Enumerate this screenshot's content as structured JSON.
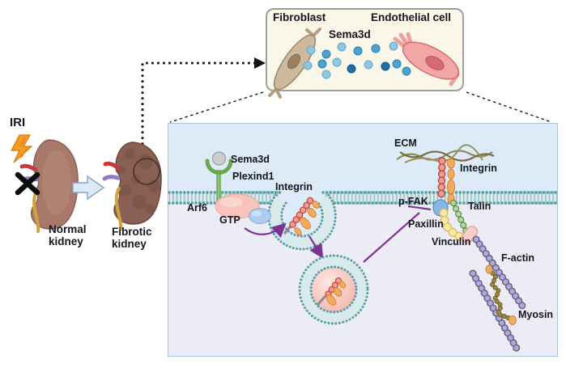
{
  "top_box": {
    "fibroblast": "Fibroblast",
    "endothelial": "Endothelial cell",
    "sema3d": "Sema3d"
  },
  "left_panel": {
    "iri": "IRI",
    "normal_kidney": "Normal kidney",
    "fibrotic_kidney": "Fibrotic kidney"
  },
  "pathway": {
    "sema3d": "Sema3d",
    "plexind1": "Plexind1",
    "integrin_membrane": "Integrin",
    "arf6": "Arf6",
    "gtp": "GTP",
    "ecm": "ECM",
    "integrin_adhesion": "Integrin",
    "p_fak": "p-FAK",
    "talin": "Talin",
    "paxillin": "Paxillin",
    "vinculin": "Vinculin",
    "f_actin": "F-actin",
    "myosin": "Myosin"
  },
  "colors": {
    "top_box_bg": "#faf6e8",
    "extracellular_bg": "#dcebf7",
    "intracellular_bg": "#ebecf5",
    "membrane_teal": "#5b9ba4",
    "arrow_purple": "#7d3394",
    "sema3d_dot_light": "#8ec7e2",
    "sema3d_dot_mid": "#4ba3d3",
    "sema3d_dot_dark": "#1e6fad",
    "lightning_orange": "#f49b20",
    "normal_kidney_brown": "#a8796b",
    "fibrotic_kidney_brown": "#8a6054",
    "fibroblast_tan": "#cdb99e",
    "endothelial_pink": "#f2a7a7",
    "integrin_red": "#ef8b8b",
    "integrin_orange": "#f5ab5f",
    "pfak_blue": "#85b7e3",
    "talin_green": "#6aa84f",
    "paxillin_yellow": "#fbe8a6",
    "vinculin_pink": "#f7cdc4",
    "factin_purple": "#b3abd6",
    "myosin_brown": "#8a7434"
  }
}
